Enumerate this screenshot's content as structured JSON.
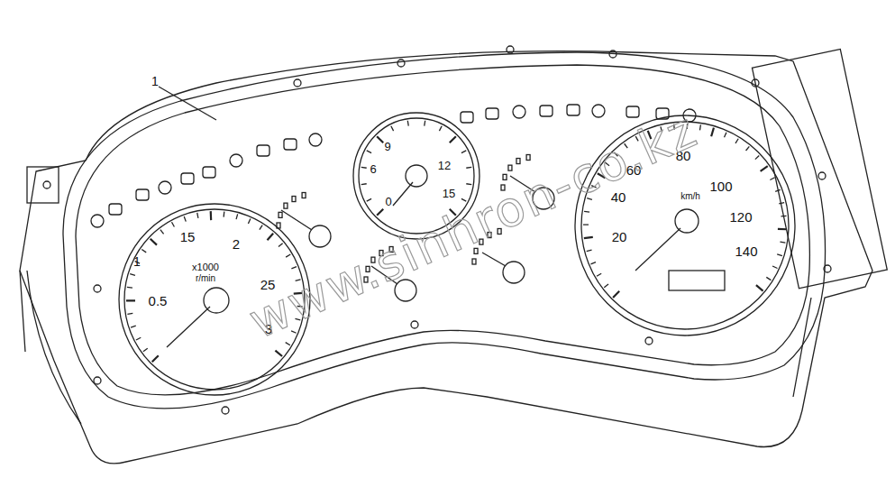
{
  "diagram": {
    "labels": [
      "1",
      "0.5",
      "1",
      "15",
      "2",
      "25",
      "3",
      "x1000",
      "r/min",
      "0",
      "6",
      "9",
      "12",
      "15",
      "20",
      "40",
      "60",
      "80",
      "100",
      "120",
      "140",
      "km/h",
      "www.sinhron-co.kz"
    ]
  }
}
